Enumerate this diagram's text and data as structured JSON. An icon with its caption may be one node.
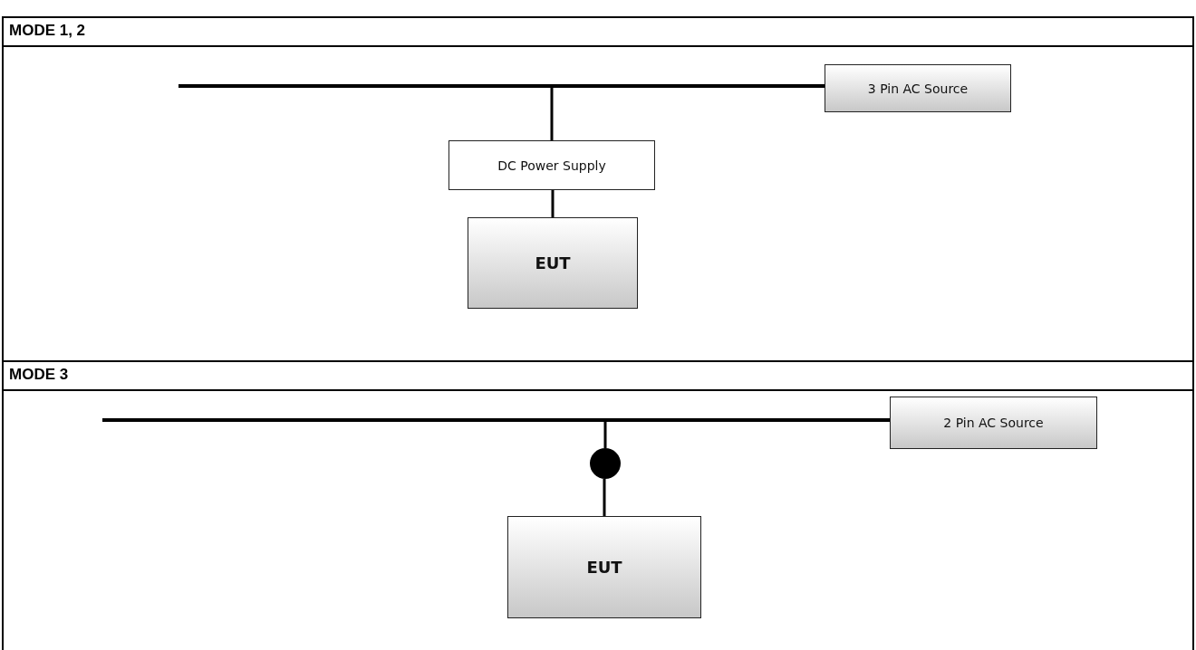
{
  "diagram": {
    "nodes": [
      {
        "text": [
          "3 Pin AC Source"
        ]
      },
      {
        "text": [
          "DC Power Supply"
        ]
      },
      {
        "text": [
          "EUT"
        ]
      },
      {
        "text": [
          "2 Pin AC Source"
        ]
      },
      {
        "text": [],
        "shape": "circle"
      },
      {
        "text": [
          "EUT"
        ]
      }
    ],
    "edges": [
      {
        "from": null,
        "to": 0,
        "arrow": "none"
      },
      {
        "from": 0,
        "to": 1,
        "arrow": "none"
      },
      {
        "from": 1,
        "to": 2,
        "arrow": "none"
      },
      {
        "from": null,
        "to": 3,
        "arrow": "none"
      },
      {
        "from": 3,
        "to": 4,
        "arrow": "none"
      },
      {
        "from": 4,
        "to": 5,
        "arrow": "none"
      }
    ],
    "labels": [
      "MODE 1, 2",
      "MODE 3"
    ]
  }
}
